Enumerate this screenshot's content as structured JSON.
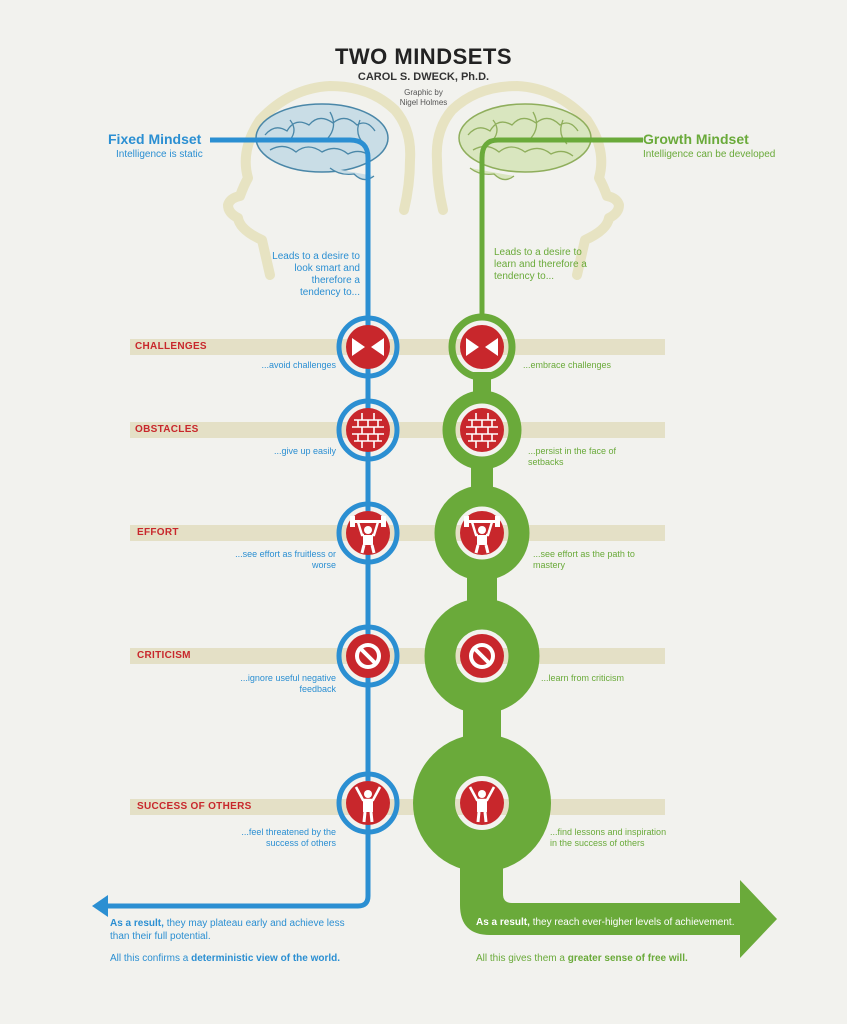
{
  "header": {
    "title": "TWO MINDSETS",
    "author": "CAROL S. DWECK, Ph.D.",
    "credit_line1": "Graphic by",
    "credit_line2": "Nigel Holmes"
  },
  "fixed": {
    "heading": "Fixed Mindset",
    "subheading": "Intelligence is static",
    "lead": "Leads to a desire to look smart and therefore a tendency to...",
    "result_prefix": "As a result,",
    "result_rest": " they may plateau early and achieve less than their full potential.",
    "confirm_prefix": "All this confirms a ",
    "confirm_bold": "deterministic view of the world."
  },
  "growth": {
    "heading": "Growth Mindset",
    "subheading": "Intelligence can be developed",
    "lead": "Leads to a desire to learn and therefore a tendency to...",
    "result_prefix": "As a result,",
    "result_rest": " they reach ever-higher levels of achievement.",
    "confirm_prefix": "All this gives them a ",
    "confirm_bold": "greater sense of free will."
  },
  "categories": [
    {
      "label": "CHALLENGES",
      "icon": "arrows-inward-icon",
      "fixed": "...avoid challenges",
      "growth": "...embrace challenges"
    },
    {
      "label": "OBSTACLES",
      "icon": "brick-wall-icon",
      "fixed": "...give up easily",
      "growth": "...persist in the face of setbacks"
    },
    {
      "label": "EFFORT",
      "icon": "weightlifter-icon",
      "fixed": "...see effort as fruitless or worse",
      "growth": "...see effort as the path to mastery"
    },
    {
      "label": "CRITICISM",
      "icon": "prohibited-icon",
      "fixed": "...ignore useful negative feedback",
      "growth": "...learn from criticism"
    },
    {
      "label": "SUCCESS OF OTHERS",
      "icon": "cheering-person-icon",
      "fixed": "...feel threatened by the success of others",
      "growth": "...find lessons and inspiration in the success of others"
    }
  ],
  "colors": {
    "fixed": "#2b8fd2",
    "growth": "#6aaa3a",
    "category": "#c8272c",
    "band": "#e4e0c6",
    "head_outline": "#e7e3c2",
    "background": "#f2f2ee"
  }
}
